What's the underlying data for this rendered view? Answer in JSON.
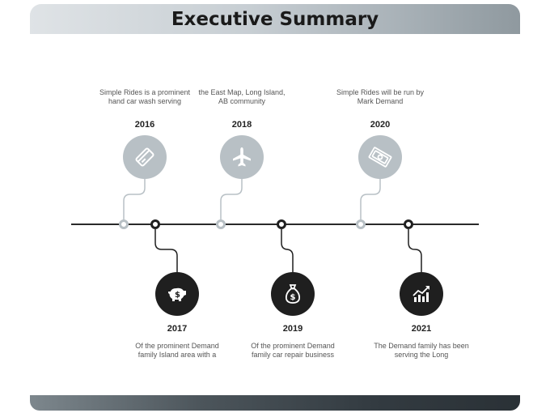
{
  "title": "Executive Summary",
  "events": [
    {
      "year": "2016",
      "text": "Simple Rides is a prominent hand car wash serving",
      "icon": "card-icon"
    },
    {
      "year": "2017",
      "text": "Of the prominent Demand family Island area with a",
      "icon": "piggy-bank-icon"
    },
    {
      "year": "2018",
      "text": "the East Map, Long Island, AB community",
      "icon": "airplane-icon"
    },
    {
      "year": "2019",
      "text": "Of the prominent Demand family car repair business",
      "icon": "money-bag-icon"
    },
    {
      "year": "2020",
      "text": "Simple Rides will be run by Mark Demand",
      "icon": "banknote-icon"
    },
    {
      "year": "2021",
      "text": "The Demand family has been serving the Long",
      "icon": "growth-chart-icon"
    }
  ],
  "colors": {
    "light": "#b8c0c5",
    "dark": "#1f1f1f",
    "line": "#2a2a2a"
  }
}
